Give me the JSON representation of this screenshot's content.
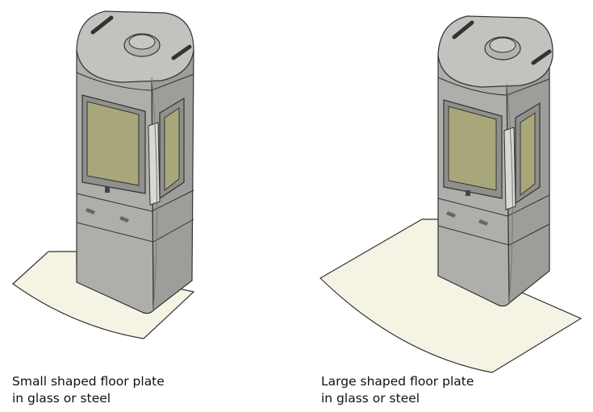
{
  "captions": {
    "small": {
      "line1": "Small shaped floor plate",
      "line2": "in glass or steel"
    },
    "large": {
      "line1": "Large shaped floor plate",
      "line2": "in glass or steel"
    }
  },
  "colors": {
    "stove_body": "#aeaeab",
    "stove_side": "#9d9d9a",
    "stove_top": "#c2c2bf",
    "glass": "#a8a77a",
    "floor_plate": "#f5f3e3",
    "outline": "#333333"
  }
}
